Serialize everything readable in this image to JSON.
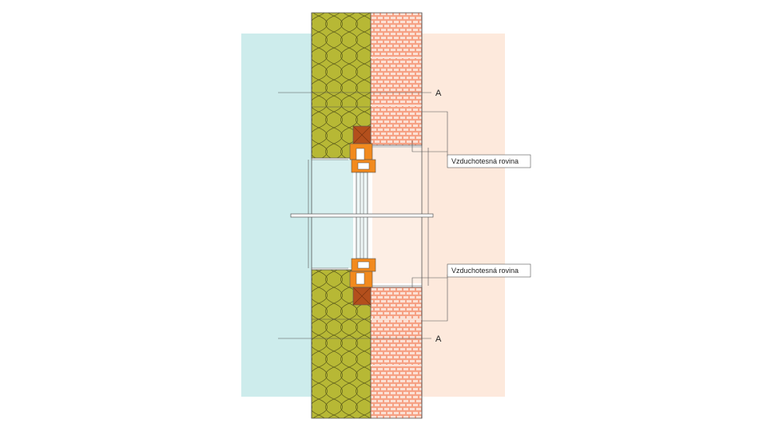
{
  "labels": {
    "airtight_upper": "Vzduchotesná rovina",
    "airtight_lower": "Vzduchotesná rovina",
    "section_upper": "A",
    "section_lower": "A"
  },
  "colors": {
    "exterior_zone": "#cdecec",
    "interior_zone": "#fde9dc",
    "insulation": "#b7b835",
    "masonry": "#f6a184",
    "masonry_joint": "#fbe0d4",
    "timber": "#b34f1c",
    "frame_orange": "#f28a1e",
    "line": "#555555"
  }
}
